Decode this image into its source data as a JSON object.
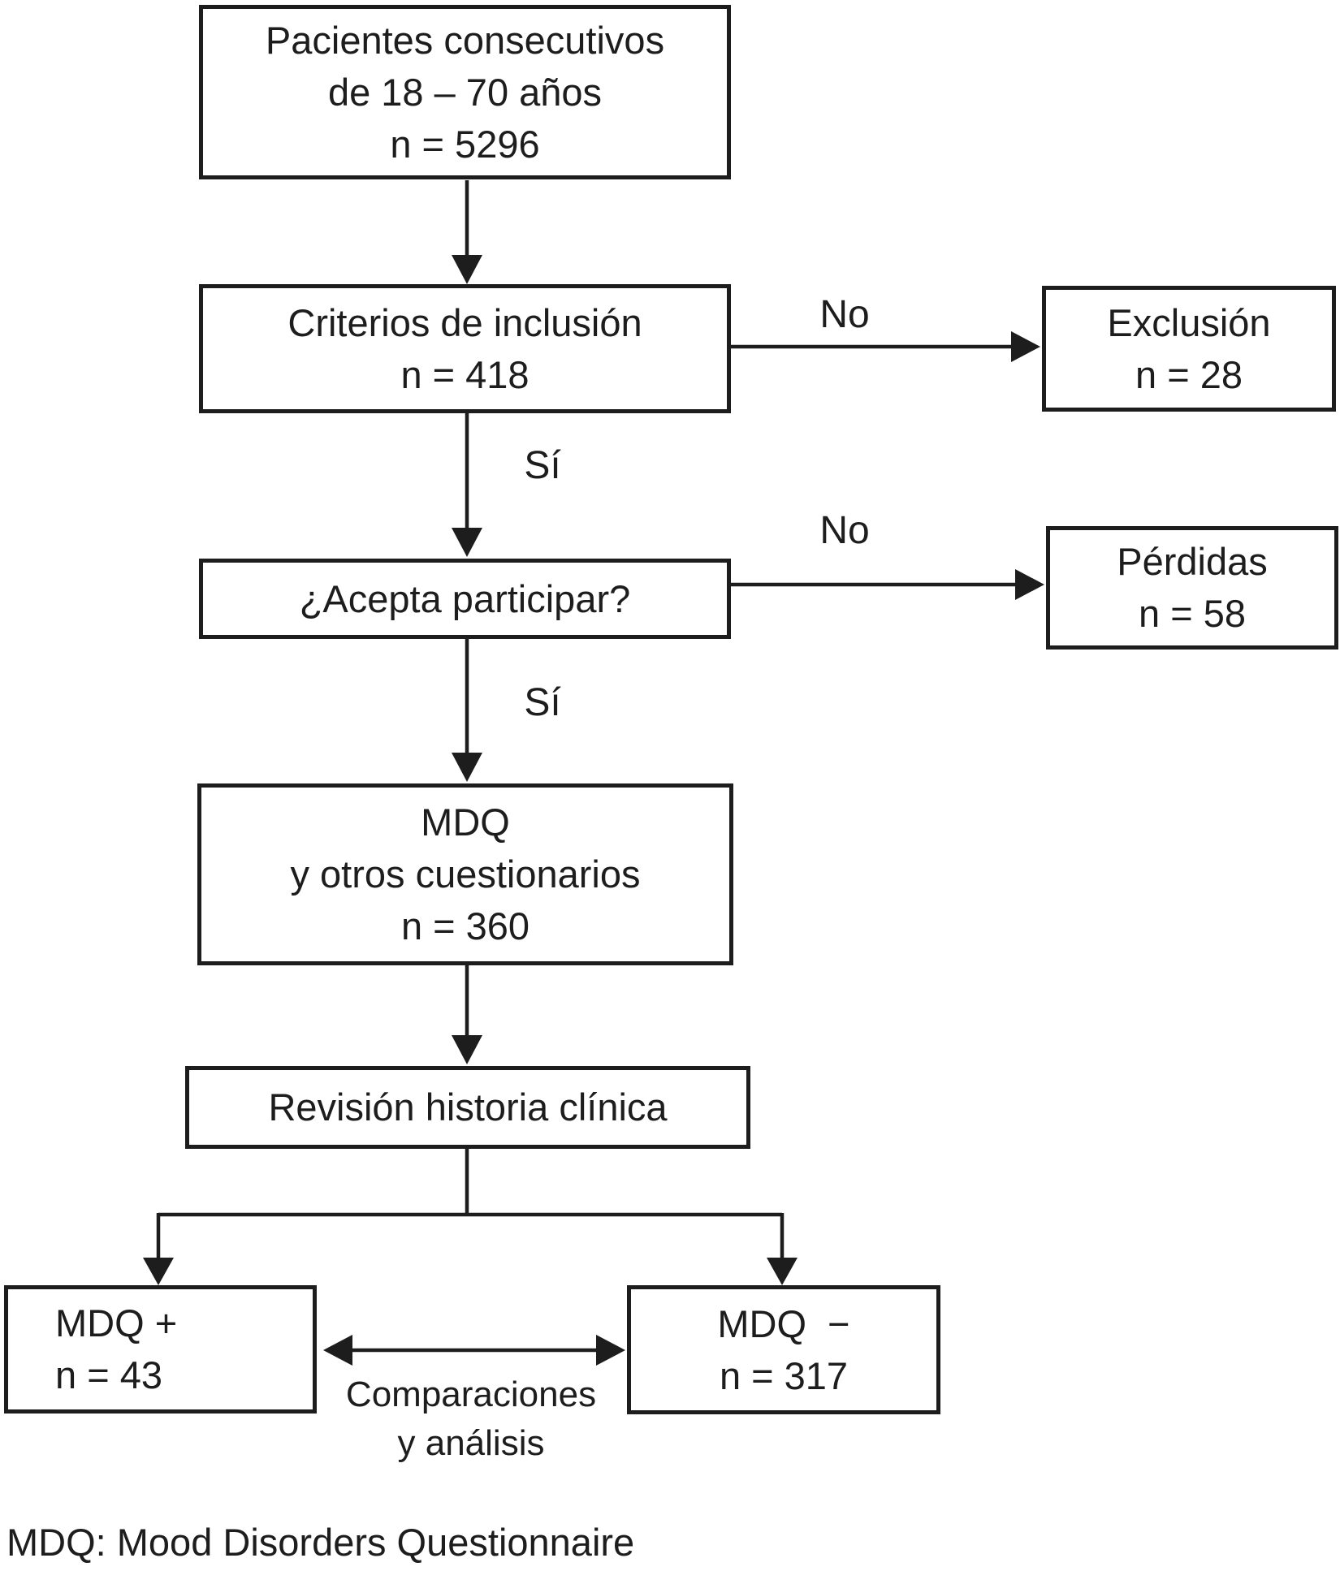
{
  "figure": {
    "boxes": {
      "pacientes": {
        "lines": [
          "Pacientes consecutivos",
          "de 18 – 70 años",
          "n = 5296"
        ]
      },
      "criterios": {
        "lines": [
          "Criterios de inclusión",
          "n = 418"
        ]
      },
      "exclusion": {
        "lines": [
          "Exclusión",
          "n = 28"
        ]
      },
      "acepta": {
        "lines": [
          "¿Acepta participar?"
        ]
      },
      "perdidas": {
        "lines": [
          "Pérdidas",
          "n = 58"
        ]
      },
      "mdq": {
        "lines": [
          "MDQ",
          "y otros cuestionarios",
          "n = 360"
        ]
      },
      "revision": {
        "lines": [
          "Revisión historia clínica"
        ]
      },
      "mdq_pos": {
        "lines": [
          "MDQ +",
          "n = 43"
        ]
      },
      "mdq_neg": {
        "lines": [
          "MDQ  −",
          "n = 317"
        ]
      }
    },
    "edge_labels": {
      "no_exclusion": "No",
      "si_criterios": "Sí",
      "no_perdidas": "No",
      "si_acepta": "Sí",
      "comparaciones_line1": "Comparaciones",
      "comparaciones_line2": "y análisis"
    },
    "footnote": "MDQ: Mood Disorders Questionnaire",
    "colors": {
      "line": "#1d1d1d",
      "background": "#ffffff",
      "text": "#1d1d1d"
    }
  }
}
